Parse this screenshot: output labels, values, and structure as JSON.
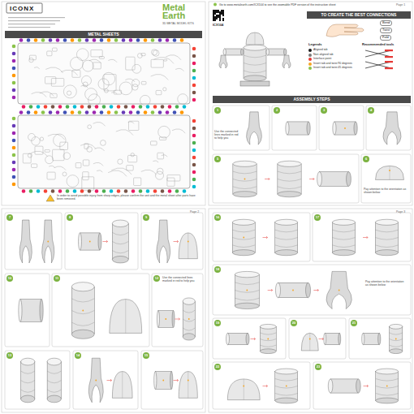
{
  "diagram": {
    "nodes": [
      {
        "text": [
          "METAL SHEETS"
        ]
      },
      {
        "text": [
          "TO CREATE THE BEST CONNECTIONS"
        ]
      },
      {
        "text": [
          "Bend"
        ]
      },
      {
        "text": [
          "Twist"
        ]
      },
      {
        "text": [
          "Fold"
        ]
      },
      {
        "text": [
          "ASSEMBLY STEPS"
        ]
      },
      {
        "text": [
          "1"
        ]
      },
      {
        "text": [
          "2"
        ]
      },
      {
        "text": [
          "3"
        ]
      },
      {
        "text": [
          "4"
        ]
      },
      {
        "text": [
          "5"
        ]
      },
      {
        "text": [
          "6"
        ]
      },
      {
        "text": [
          "7"
        ]
      },
      {
        "text": [
          "8"
        ]
      },
      {
        "text": [
          "9"
        ]
      },
      {
        "text": [
          "10"
        ]
      },
      {
        "text": [
          "11"
        ]
      },
      {
        "text": [
          "12"
        ]
      },
      {
        "text": [
          "13"
        ]
      },
      {
        "text": [
          "14"
        ]
      },
      {
        "text": [
          "15"
        ]
      },
      {
        "text": [
          "16"
        ]
      },
      {
        "text": [
          "17"
        ]
      },
      {
        "text": [
          "18"
        ]
      },
      {
        "text": [
          "19"
        ]
      },
      {
        "text": [
          "20"
        ]
      },
      {
        "text": [
          "21"
        ]
      },
      {
        "text": [
          "22"
        ]
      },
      {
        "text": [
          "23"
        ]
      }
    ],
    "labels": [
      "ICONX",
      "Metal Earth",
      "3D METAL MODEL KITS",
      "In order to avoid possible injury from sharp edges, please confirm the unit and the metal sheet after parts have been removed.",
      "Go to www.metalearth.com/ICX104 to see the zoomable PDF version of the instruction sheet",
      "Page 1",
      "ICX104",
      "Legends",
      "Recommended tools",
      "Use the connected lines marked in red to help you",
      "Pay attention to the orientation as shown below",
      "Page 2",
      "Use the connected lines marked in red to help you",
      "Page 3",
      "Pay attention to the orientation as shown below"
    ],
    "legend": [
      {
        "text": "Aligned tab",
        "color": "#1a1a1a"
      },
      {
        "text": "Non aligned tab",
        "color": "#7a7a7a"
      },
      {
        "text": "Interface point",
        "color": "#e53935"
      },
      {
        "text": "Insert tab and twist 90 degrees",
        "color": "#f5a623"
      },
      {
        "text": "Insert tab and twist 45 degrees",
        "color": "#8bc34a"
      }
    ]
  }
}
